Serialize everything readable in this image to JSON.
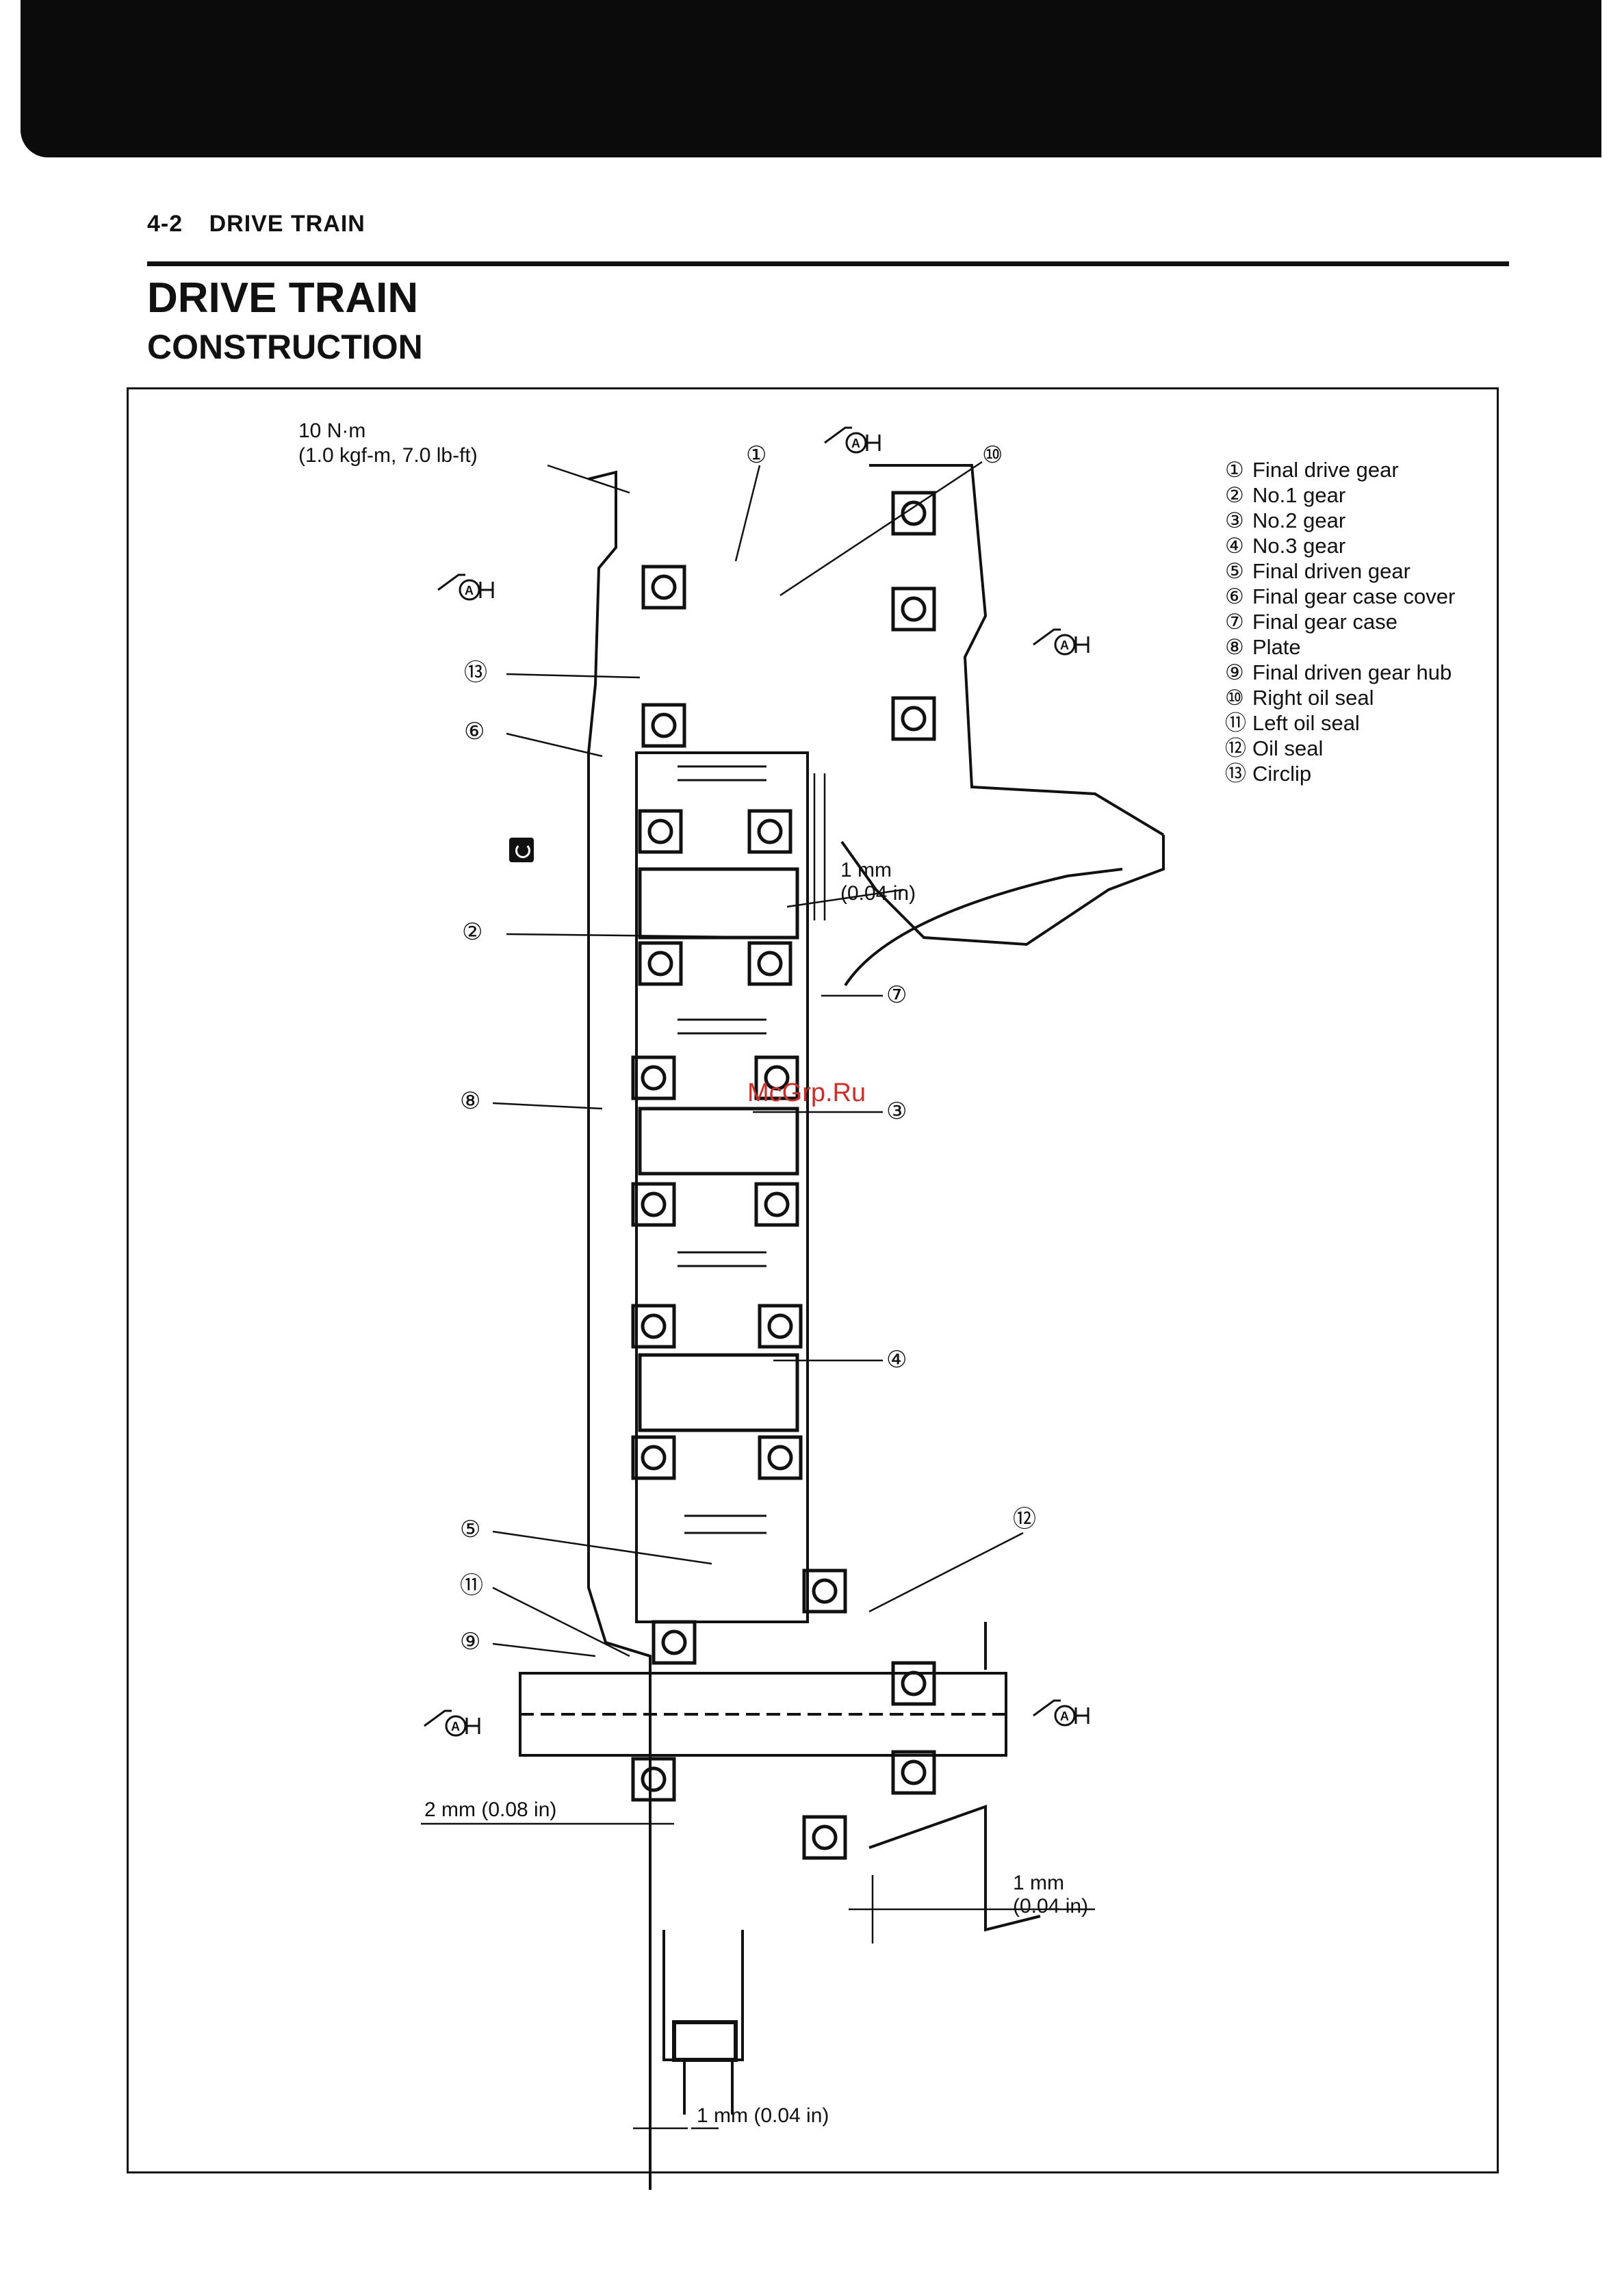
{
  "header": {
    "page_number": "4-2",
    "section": "DRIVE TRAIN"
  },
  "title": "DRIVE TRAIN",
  "subtitle": "CONSTRUCTION",
  "torque_spec": {
    "value": "10 N·m",
    "alt": "(1.0 kgf-m, 7.0 lb-ft)"
  },
  "legend": [
    {
      "mark": "①",
      "label": "Final drive gear"
    },
    {
      "mark": "②",
      "label": "No.1 gear"
    },
    {
      "mark": "③",
      "label": "No.2 gear"
    },
    {
      "mark": "④",
      "label": "No.3 gear"
    },
    {
      "mark": "⑤",
      "label": "Final driven gear"
    },
    {
      "mark": "⑥",
      "label": "Final gear case cover"
    },
    {
      "mark": "⑦",
      "label": "Final gear case"
    },
    {
      "mark": "⑧",
      "label": "Plate"
    },
    {
      "mark": "⑨",
      "label": "Final driven gear hub"
    },
    {
      "mark": "⑩",
      "label": "Right oil seal"
    },
    {
      "mark": "⑪",
      "label": "Left oil seal"
    },
    {
      "mark": "⑫",
      "label": "Oil seal"
    },
    {
      "mark": "⑬",
      "label": "Circlip"
    }
  ],
  "dimensions": {
    "gap_upper": "1 mm",
    "gap_upper_in": "(0.04 in)",
    "gap_left": "2 mm (0.08 in)",
    "gap_lower_right": "1 mm",
    "gap_lower_right_in": "(0.04 in)",
    "gap_bottom": "1 mm (0.04 in)"
  },
  "callouts": {
    "c1": "①",
    "c2": "②",
    "c3": "③",
    "c4": "④",
    "c5": "⑤",
    "c6": "⑥",
    "c7": "⑦",
    "c8": "⑧",
    "c9": "⑨",
    "c10": "⑩",
    "c11": "⑪",
    "c12": "⑫",
    "c13": "⑬"
  },
  "grease_symbol": "A",
  "watermark": "McGrp.Ru"
}
